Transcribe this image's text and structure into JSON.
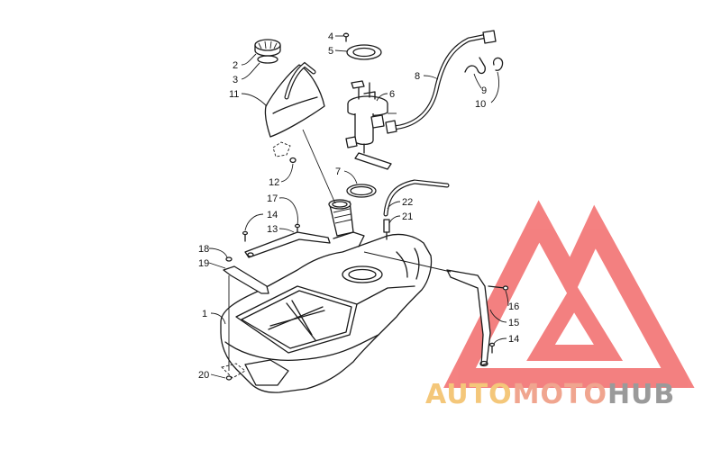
{
  "callouts": [
    {
      "id": "c1",
      "label": "1"
    },
    {
      "id": "c2",
      "label": "2"
    },
    {
      "id": "c3",
      "label": "3"
    },
    {
      "id": "c4",
      "label": "4"
    },
    {
      "id": "c5",
      "label": "5"
    },
    {
      "id": "c6",
      "label": "6"
    },
    {
      "id": "c7",
      "label": "7"
    },
    {
      "id": "c8",
      "label": "8"
    },
    {
      "id": "c9",
      "label": "9"
    },
    {
      "id": "c10",
      "label": "10"
    },
    {
      "id": "c11",
      "label": "11"
    },
    {
      "id": "c12",
      "label": "12"
    },
    {
      "id": "c13",
      "label": "13"
    },
    {
      "id": "c14a",
      "label": "14"
    },
    {
      "id": "c14b",
      "label": "14"
    },
    {
      "id": "c15",
      "label": "15"
    },
    {
      "id": "c16",
      "label": "16"
    },
    {
      "id": "c17",
      "label": "17"
    },
    {
      "id": "c18",
      "label": "18"
    },
    {
      "id": "c19",
      "label": "19"
    },
    {
      "id": "c20",
      "label": "20"
    },
    {
      "id": "c21",
      "label": "21"
    },
    {
      "id": "c22",
      "label": "22"
    }
  ],
  "watermark": {
    "part1": "AUTO",
    "part2": "MOTO",
    "part3": "HUB",
    "color_auto": "#f4c77a",
    "color_moto": "#f0a58f",
    "color_hub": "#9a9a9a",
    "logo_color": "#f26b6b"
  }
}
